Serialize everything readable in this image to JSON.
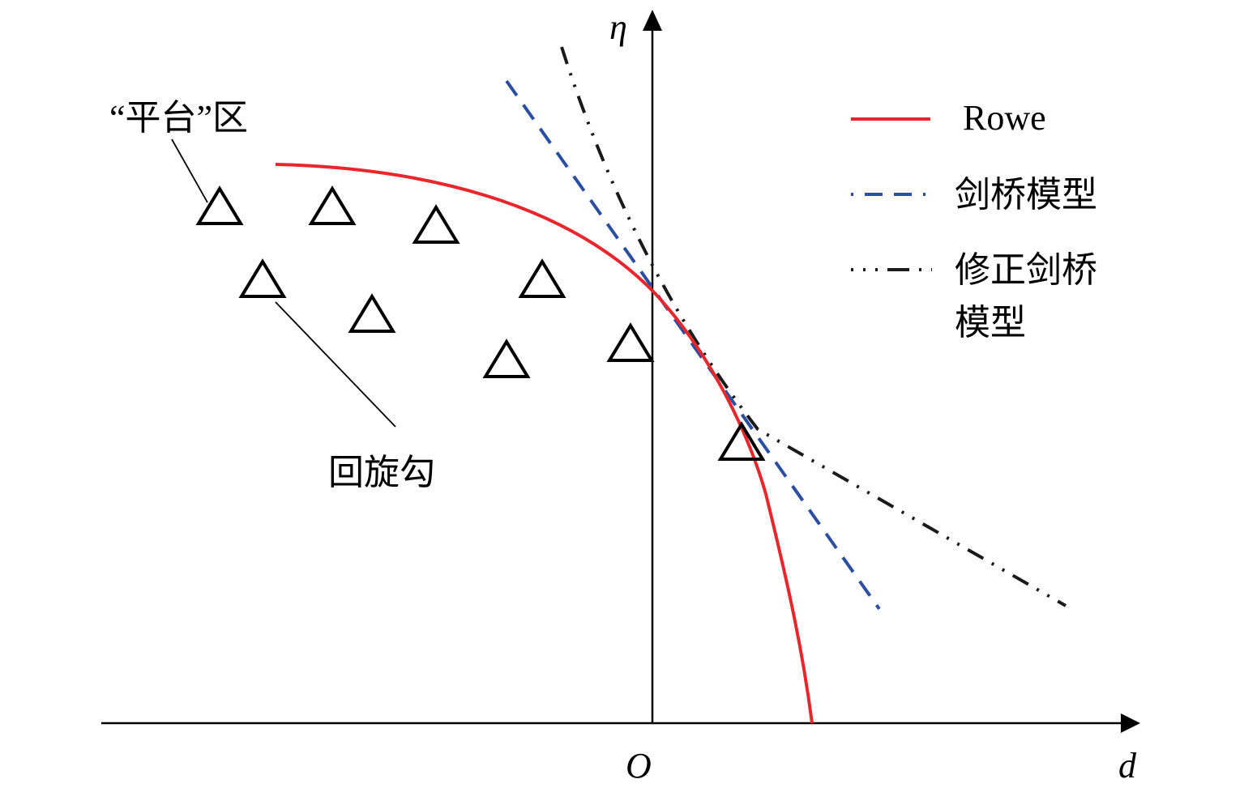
{
  "axes": {
    "y_label": "η",
    "x_label": "d",
    "origin_label": "O"
  },
  "annotations": {
    "platform_zone": "“平台”区",
    "hook": "回旋勾"
  },
  "legend": {
    "items": [
      {
        "label": "Rowe",
        "color": "#e8262b",
        "style": "solid"
      },
      {
        "label": "剑桥模型",
        "color": "#2b4fa0",
        "style": "dashed"
      },
      {
        "label_line1": "修正剑桥",
        "label_line2": "模型",
        "color": "#1a1a1a",
        "style": "dash-dot-dot"
      }
    ]
  },
  "colors": {
    "rowe": "#e8262b",
    "cambridge": "#2b4fa0",
    "modified_cambridge": "#1a1a1a",
    "axis": "#000000"
  }
}
